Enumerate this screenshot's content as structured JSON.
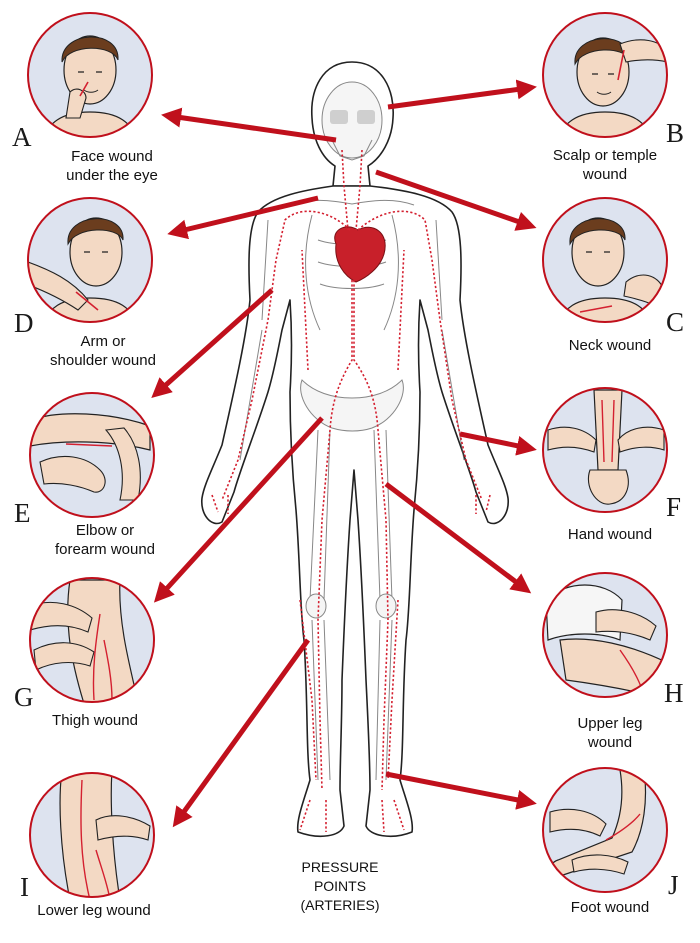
{
  "center_caption": {
    "line1": "PRESSURE",
    "line2": "POINTS",
    "line3": "(ARTERIES)"
  },
  "colors": {
    "arrow": "#c0101c",
    "artery": "#d42030",
    "circle_bg": "#dde3ef",
    "outline": "#222222",
    "heart": "#c8202a"
  },
  "callouts": [
    {
      "letter": "A",
      "caption": [
        "Face wound",
        "under the eye"
      ],
      "icon": "face-hand-icon"
    },
    {
      "letter": "B",
      "caption": [
        "Scalp or temple",
        "wound"
      ],
      "icon": "temple-hand-icon"
    },
    {
      "letter": "C",
      "caption": [
        "Neck wound"
      ],
      "icon": "neck-hand-icon"
    },
    {
      "letter": "D",
      "caption": [
        "Arm or",
        "shoulder wound"
      ],
      "icon": "shoulder-hand-icon"
    },
    {
      "letter": "E",
      "caption": [
        "Elbow or",
        "forearm wound"
      ],
      "icon": "elbow-hand-icon"
    },
    {
      "letter": "F",
      "caption": [
        "Hand wound"
      ],
      "icon": "wrist-hand-icon"
    },
    {
      "letter": "G",
      "caption": [
        "Thigh wound"
      ],
      "icon": "thigh-hand-icon"
    },
    {
      "letter": "H",
      "caption": [
        "Upper leg",
        "wound"
      ],
      "icon": "upper-leg-hand-icon"
    },
    {
      "letter": "I",
      "caption": [
        "Lower leg wound"
      ],
      "icon": "lower-leg-hand-icon"
    },
    {
      "letter": "J",
      "caption": [
        "Foot wound"
      ],
      "icon": "foot-hand-icon"
    }
  ]
}
